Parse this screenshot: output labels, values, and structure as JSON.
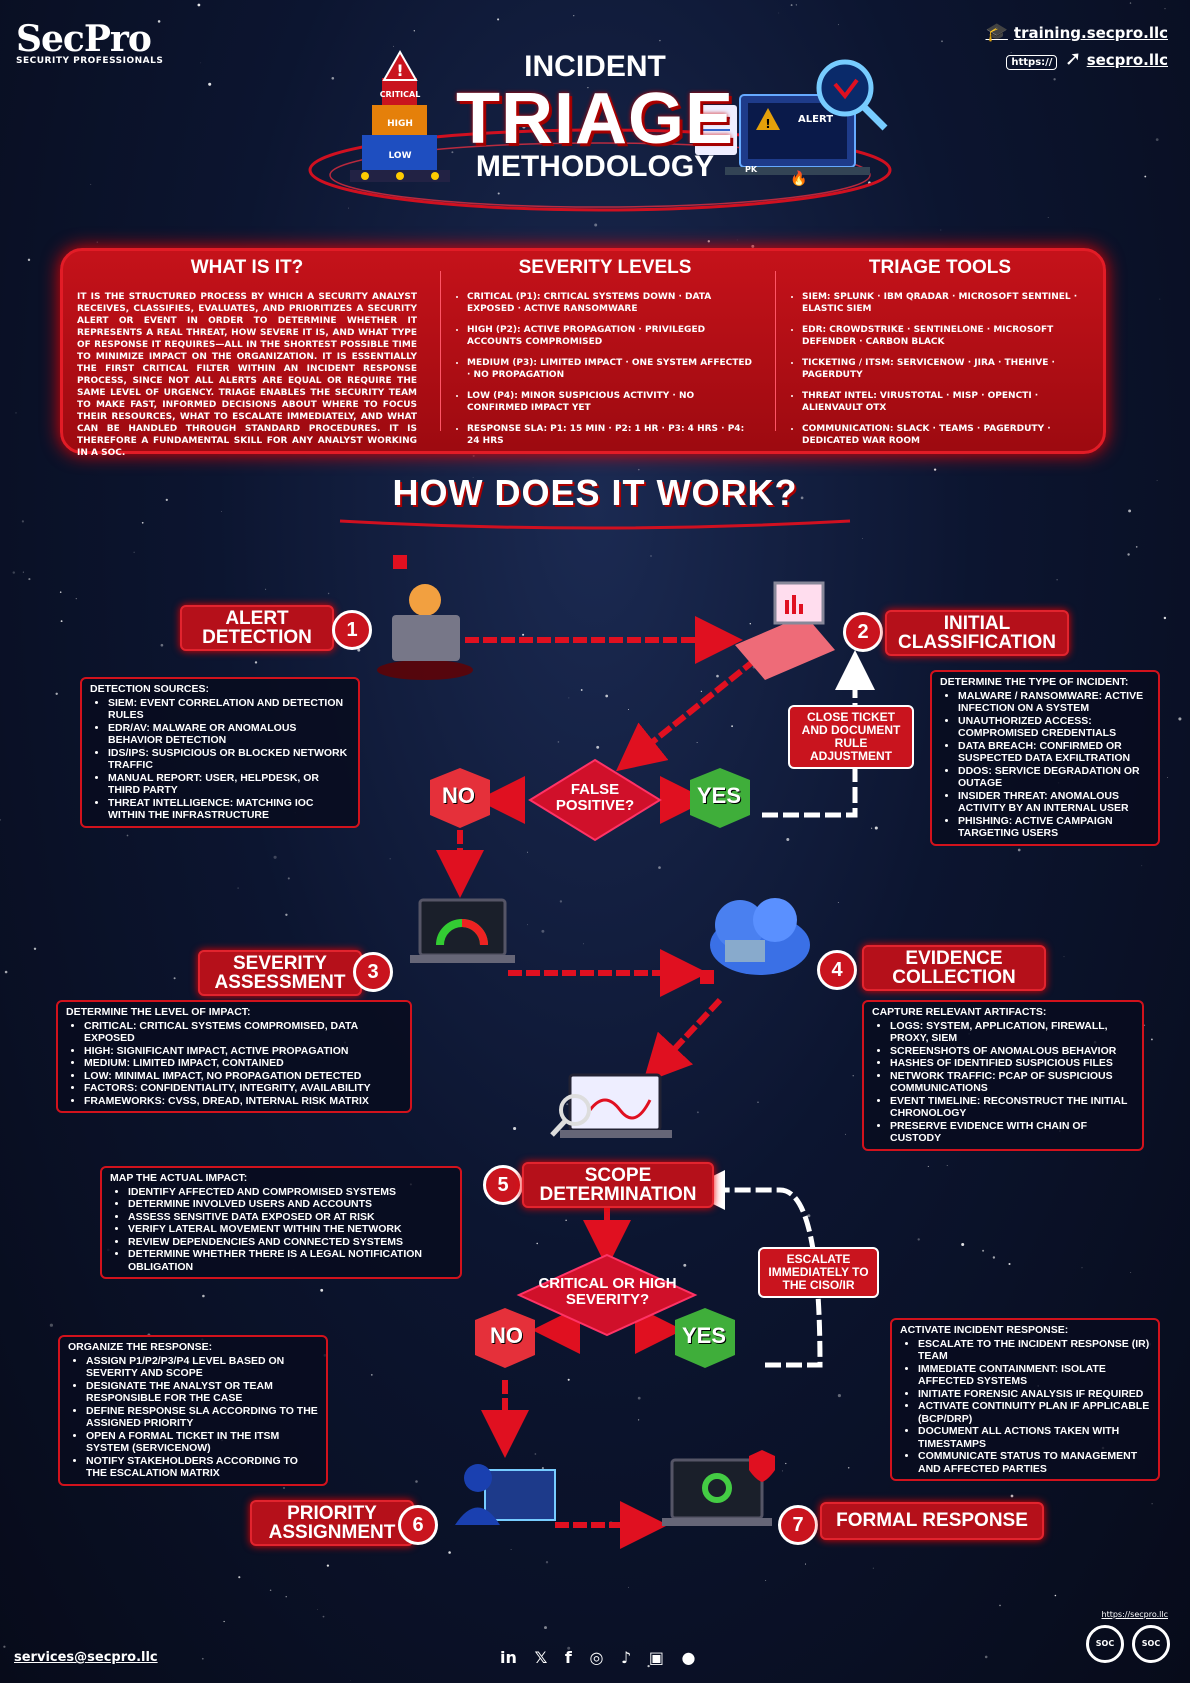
{
  "brand": {
    "name": "SecPro",
    "tagline": "SECURITY PROFESSIONALS"
  },
  "links": {
    "training": "training.secpro.llc",
    "site": "secpro.llc",
    "site_prefix": "https://"
  },
  "title": {
    "line1": "INCIDENT",
    "line2": "TRIAGE",
    "line3": "METHODOLOGY"
  },
  "header_icons": {
    "pyramid": [
      "CRITICAL",
      "HIGH",
      "LOW"
    ],
    "monitor_alert": "ALERT",
    "pk": "PK"
  },
  "what_is_it": {
    "heading": "WHAT IS IT?",
    "text": "It is the structured process by which a security analyst receives, classifies, evaluates, and prioritizes a security alert or event in order to determine whether it represents a real threat, how severe it is, and what type of response it requires—all in the shortest possible time to minimize impact on the organization. It is essentially the first critical filter within an incident response process, since not all alerts are equal or require the same level of urgency. Triage enables the security team to make fast, informed decisions about where to focus their resources, what to escalate immediately, and what can be handled through standard procedures. It is therefore a fundamental skill for any analyst working in a SOC."
  },
  "severity_levels": {
    "heading": "SEVERITY LEVELS",
    "items": [
      "Critical (P1): critical systems down · data exposed · active ransomware",
      "High (P2): active propagation · privileged accounts compromised",
      "Medium (P3): limited impact · one system affected · no propagation",
      "Low (P4): minor suspicious activity · no confirmed impact yet",
      "Response SLA: P1: 15 min · P2: 1 hr · P3: 4 hrs · P4: 24 hrs"
    ]
  },
  "triage_tools": {
    "heading": "TRIAGE TOOLS",
    "items": [
      "SIEM: Splunk · IBM QRadar · Microsoft Sentinel · Elastic SIEM",
      "EDR: CrowdStrike · SentinelOne · Microsoft Defender · Carbon Black",
      "Ticketing / ITSM: ServiceNow · Jira · TheHive · PagerDuty",
      "Threat Intel: VirusTotal · MISP · OpenCTI · AlienVault OTX",
      "Communication: Slack · Teams · PagerDuty · Dedicated war room"
    ]
  },
  "how_heading": "HOW DOES IT WORK?",
  "steps": {
    "s1": {
      "num": "1",
      "label": "ALERT DETECTION",
      "box_header": "Detection sources:",
      "items": [
        "SIEM: event correlation and detection rules",
        "EDR/AV: malware or anomalous behavior detection",
        "IDS/IPS: suspicious or blocked network traffic",
        "Manual report: user, helpdesk, or third party",
        "Threat intelligence: matching IOC within the infrastructure"
      ]
    },
    "s2": {
      "num": "2",
      "label": "INITIAL CLASSIFICATION",
      "box_header": "Determine the type of incident:",
      "items": [
        "Malware / Ransomware: active infection on a system",
        "Unauthorized access: compromised credentials",
        "Data breach: confirmed or suspected data exfiltration",
        "DDoS: service degradation or outage",
        "Insider threat: anomalous activity by an internal user",
        "Phishing: active campaign targeting users"
      ]
    },
    "s3": {
      "num": "3",
      "label": "SEVERITY ASSESSMENT",
      "box_header": "Determine the level of impact:",
      "items": [
        "Critical: critical systems compromised, data exposed",
        "High: significant impact, active propagation",
        "Medium: limited impact, contained",
        "Low: minimal impact, no propagation detected",
        "Factors: confidentiality, integrity, availability",
        "Frameworks: CVSS, DREAD, internal risk matrix"
      ]
    },
    "s4": {
      "num": "4",
      "label": "EVIDENCE COLLECTION",
      "box_header": "Capture relevant artifacts:",
      "items": [
        "Logs: system, application, firewall, proxy, SIEM",
        "Screenshots of anomalous behavior",
        "Hashes of identified suspicious files",
        "Network traffic: PCAP of suspicious communications",
        "Event timeline: reconstruct the initial chronology",
        "Preserve evidence with chain of custody"
      ]
    },
    "s5": {
      "num": "5",
      "label": "SCOPE DETERMINATION",
      "box_header": "Map the actual impact:",
      "items": [
        "Identify affected and compromised systems",
        "Determine involved users and accounts",
        "Assess sensitive data exposed or at risk",
        "Verify lateral movement within the network",
        "Review dependencies and connected systems",
        "Determine whether there is a legal notification obligation"
      ]
    },
    "s6": {
      "num": "6",
      "label": "PRIORITY ASSIGNMENT",
      "box_header": "Organize the response:",
      "items": [
        "Assign P1/P2/P3/P4 level based on severity and scope",
        "Designate the analyst or team responsible for the case",
        "Define response SLA according to the assigned priority",
        "Open a formal ticket in the ITSM system (ServiceNow)",
        "Notify stakeholders according to the escalation matrix"
      ]
    },
    "s7": {
      "num": "7",
      "label": "FORMAL RESPONSE",
      "box_header": "Activate incident response:",
      "items": [
        "Escalate to the Incident Response (IR) team",
        "Immediate containment: isolate affected systems",
        "Initiate forensic analysis if required",
        "Activate continuity plan if applicable (BCP/DRP)",
        "Document all actions taken with timestamps",
        "Communicate status to management and affected parties"
      ]
    }
  },
  "decisions": {
    "d1": {
      "question": "FALSE POSITIVE?",
      "no": "NO",
      "yes": "YES",
      "yes_action": "CLOSE TICKET AND DOCUMENT RULE ADJUSTMENT"
    },
    "d2": {
      "question": "CRITICAL OR HIGH SEVERITY?",
      "no": "NO",
      "yes": "YES",
      "yes_action": "ESCALATE IMMEDIATELY TO THE CISO/IR"
    }
  },
  "footer": {
    "email": "services@secpro.llc",
    "social": [
      "in",
      "𝕏",
      "f",
      "◎",
      "♪",
      "▣",
      "●"
    ],
    "cert_link": "https://secpro.llc",
    "certs": [
      "SOC",
      "SOC"
    ]
  },
  "colors": {
    "accent": "#c9141e",
    "no_cube": "#e5303a",
    "yes_cube": "#3fae3a",
    "bg": "#0b1226"
  }
}
